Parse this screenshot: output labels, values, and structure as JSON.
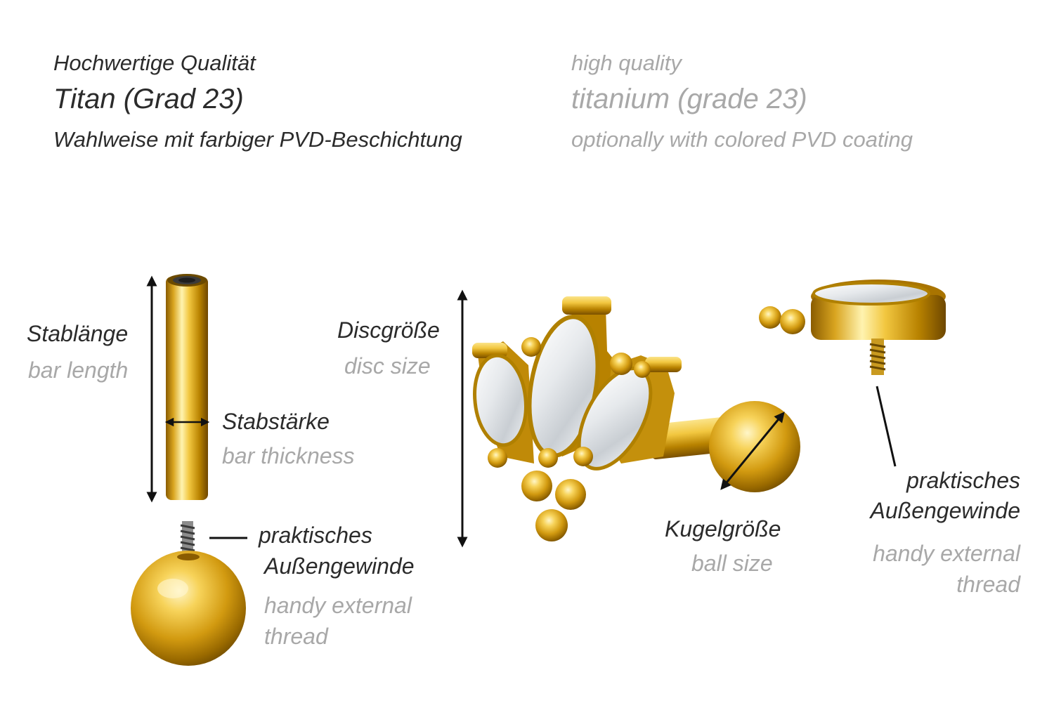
{
  "header": {
    "de": {
      "quality": "Hochwertige Qualität",
      "material": "Titan (Grad 23)",
      "coating": "Wahlweise mit farbiger PVD-Beschichtung"
    },
    "en": {
      "quality": "high quality",
      "material": "titanium (grade 23)",
      "coating": "optionally with colored PVD coating"
    }
  },
  "labels": {
    "bar_length": {
      "de": "Stablänge",
      "en": "bar length"
    },
    "bar_thickness": {
      "de": "Stabstärke",
      "en": "bar thickness"
    },
    "thread_left": {
      "de_1": "praktisches",
      "de_2": "Außengewinde",
      "en_1": "handy external",
      "en_2": "thread"
    },
    "disc_size": {
      "de": "Discgröße",
      "en": "disc size"
    },
    "ball_size": {
      "de": "Kugelgröße",
      "en": "ball size"
    },
    "thread_right": {
      "de_1": "praktisches",
      "de_2": "Außengewinde",
      "en_1": "handy external",
      "en_2": "thread"
    }
  },
  "colors": {
    "gold": "#d9a520",
    "gold_light": "#fbe48a",
    "gold_dark": "#8a5c00",
    "text_de": "#2b2b2b",
    "text_en": "#a8a8a8"
  }
}
